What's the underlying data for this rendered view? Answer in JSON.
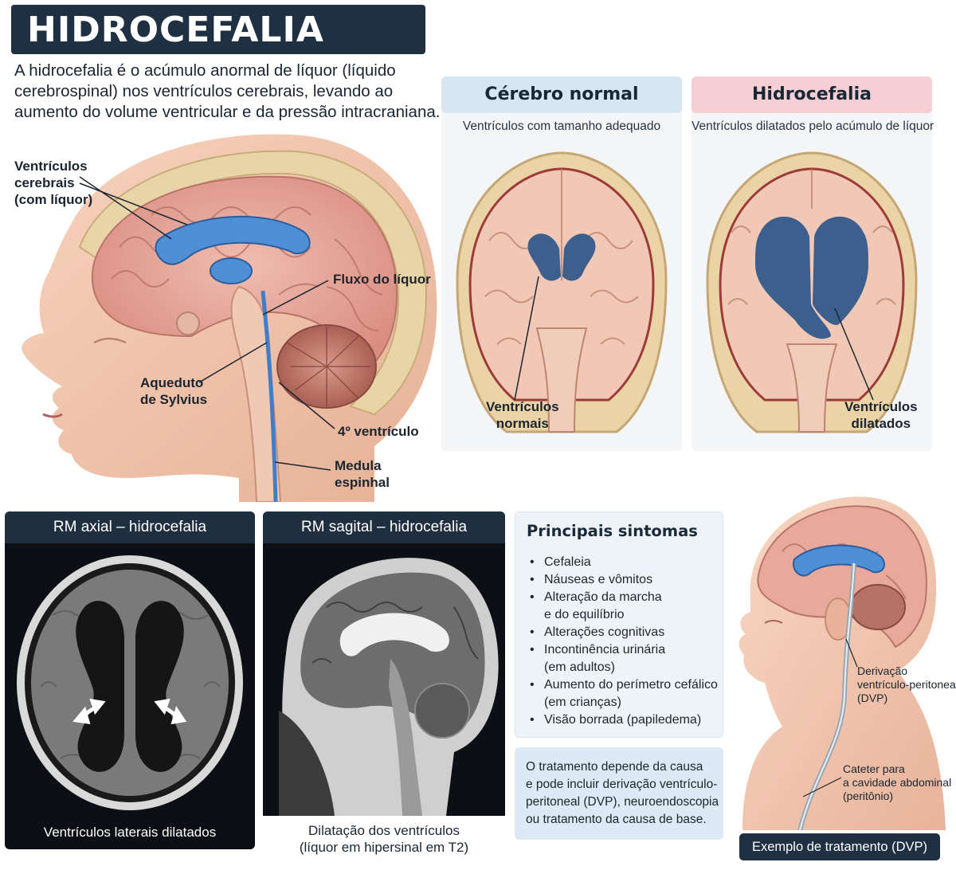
{
  "header": {
    "title": "HIDROCEFALIA",
    "intro_lines": [
      "A hidrocefalia é o acúmulo anormal de líquor (líquido",
      "cerebrospinal) nos ventrículos cerebrais, levando ao",
      "aumento do volume ventricular e da pressão intracraniana."
    ]
  },
  "sagittal": {
    "callouts": {
      "ventricles": [
        "Ventrículos",
        "cerebrais",
        "(com líquor)"
      ],
      "flow": "Fluxo do líquor",
      "aqueduct": [
        "Aqueduto",
        "de Sylvius"
      ],
      "fourth": "4º ventrículo",
      "spine": [
        "Medula",
        "espinhal"
      ]
    }
  },
  "compare": {
    "normal": {
      "title": "Cérebro normal",
      "subtitle": "Ventrículos com tamanho adequado",
      "label": [
        "Ventrículos",
        "normais"
      ]
    },
    "hydro": {
      "title": "Hidrocefalia",
      "subtitle": "Ventrículos dilatados pelo acúmulo de líquor",
      "label": [
        "Ventrículos",
        "dilatados"
      ]
    }
  },
  "mri": {
    "axial": {
      "title": "RM axial – hidrocefalia",
      "caption": "Ventrículos laterais dilatados"
    },
    "sagittal": {
      "title": "RM sagital – hidrocefalia",
      "caption": [
        "Dilatação dos ventrículos",
        "(líquor em hipersinal em T2)"
      ]
    }
  },
  "symptoms": {
    "title": "Principais sintomas",
    "items": [
      [
        "Cefaleia"
      ],
      [
        "Náuseas e vômitos"
      ],
      [
        "Alteração da marcha",
        "e do equilíbrio"
      ],
      [
        "Alterações cognitivas"
      ],
      [
        "Incontinência urinária",
        "(em adultos)"
      ],
      [
        "Aumento do perímetro cefálico",
        "(em crianças)"
      ],
      [
        "Visão borrada (papiledema)"
      ]
    ]
  },
  "treatment": {
    "lines": [
      "O tratamento depende da causa",
      "e pode incluir derivação ventrículo-",
      "peritoneal (DVP), neuroendoscopia",
      "ou tratamento da causa de base."
    ]
  },
  "dvp": {
    "shunt_label": [
      "Derivação",
      "ventrículo-peritoneal",
      "(DVP)"
    ],
    "catheter_label": [
      "Cateter para",
      "a cavidade abdominal",
      "(peritônio)"
    ],
    "badge": "Exemplo de tratamento (DVP)"
  },
  "colors": {
    "navy": "#1e3042",
    "csf_blue": "#3f7fc9",
    "brain_pink": "#e7a99c",
    "normal_header": "#d8e6f2",
    "hydro_header": "#f5cfd3"
  }
}
